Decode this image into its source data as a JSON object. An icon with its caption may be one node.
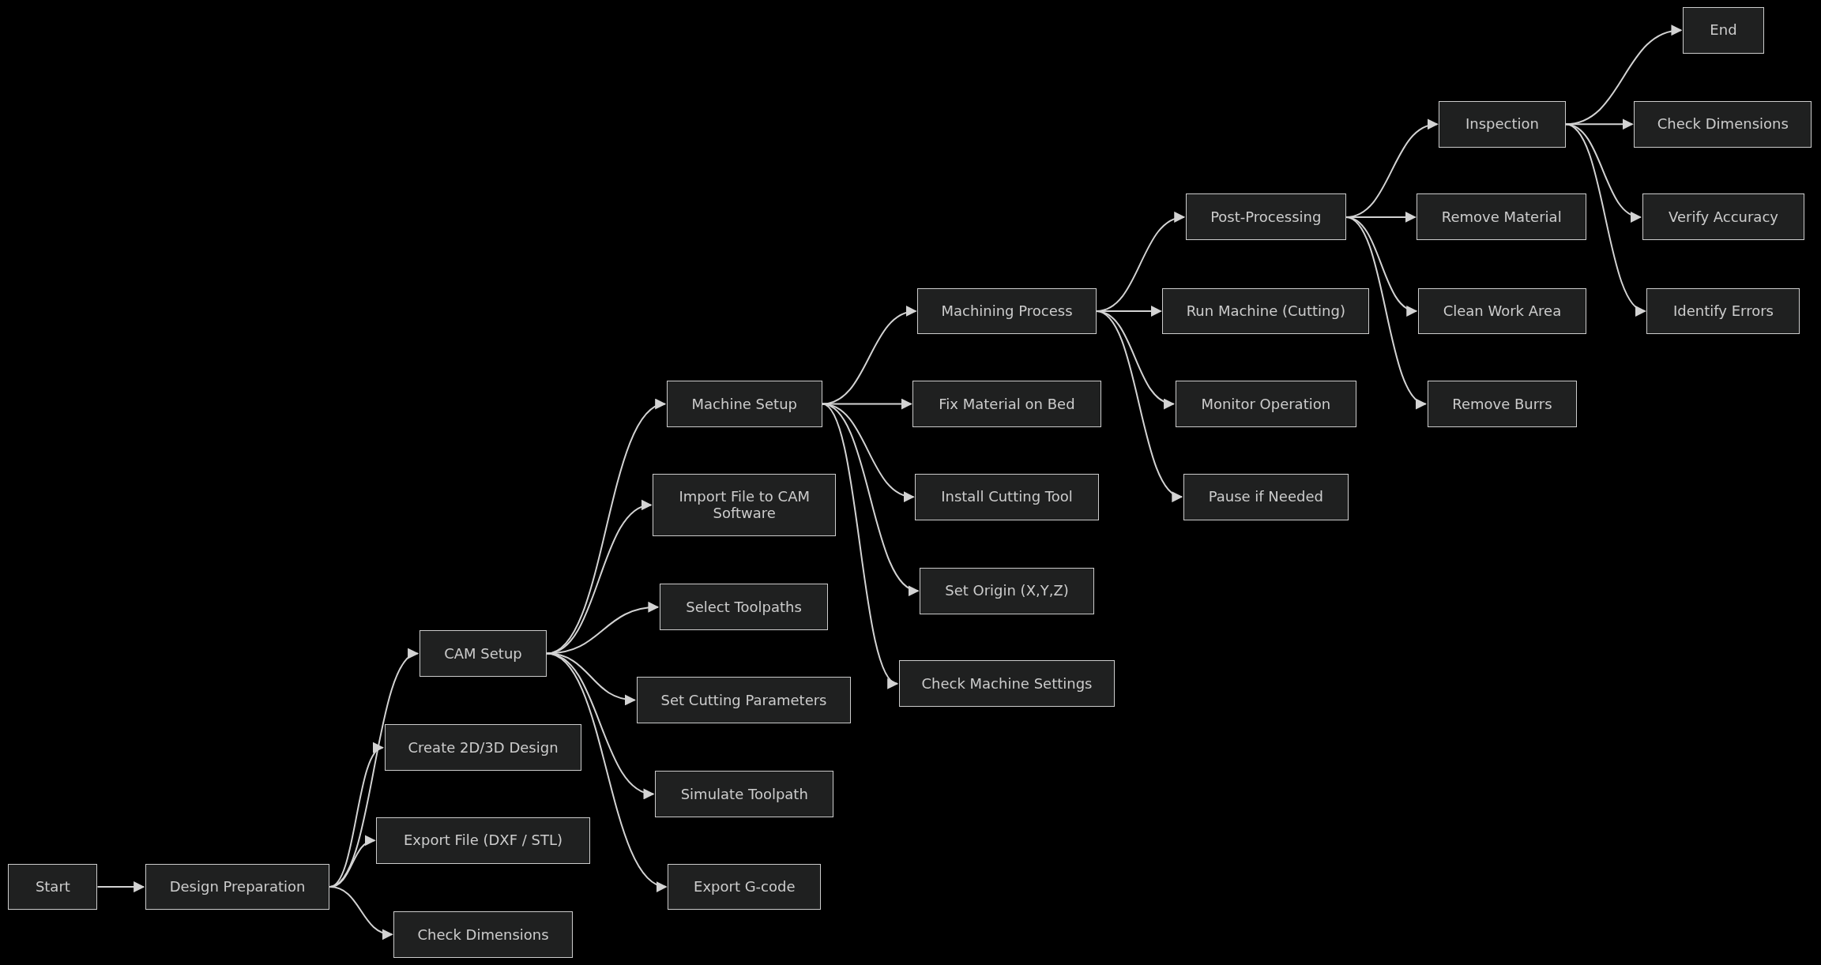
{
  "diagram": {
    "nodes": [
      {
        "text": [
          "Start"
        ]
      },
      {
        "text": [
          "Design Preparation"
        ]
      },
      {
        "text": [
          "CAM Setup"
        ]
      },
      {
        "text": [
          "Create 2D/3D Design"
        ]
      },
      {
        "text": [
          "Export File (DXF / STL)"
        ]
      },
      {
        "text": [
          "Check Dimensions"
        ]
      },
      {
        "text": [
          "Machine Setup"
        ]
      },
      {
        "text": [
          "Import File to CAM Software"
        ]
      },
      {
        "text": [
          "Select Toolpaths"
        ]
      },
      {
        "text": [
          "Set Cutting Parameters"
        ]
      },
      {
        "text": [
          "Simulate Toolpath"
        ]
      },
      {
        "text": [
          "Export G-code"
        ]
      },
      {
        "text": [
          "Machining Process"
        ]
      },
      {
        "text": [
          "Fix Material on Bed"
        ]
      },
      {
        "text": [
          "Install Cutting Tool"
        ]
      },
      {
        "text": [
          "Set Origin (X,Y,Z)"
        ]
      },
      {
        "text": [
          "Check Machine Settings"
        ]
      },
      {
        "text": [
          "Post-Processing"
        ]
      },
      {
        "text": [
          "Run Machine (Cutting)"
        ]
      },
      {
        "text": [
          "Monitor Operation"
        ]
      },
      {
        "text": [
          "Pause if Needed"
        ]
      },
      {
        "text": [
          "Inspection"
        ]
      },
      {
        "text": [
          "Remove Material"
        ]
      },
      {
        "text": [
          "Clean Work Area"
        ]
      },
      {
        "text": [
          "Remove Burrs"
        ]
      },
      {
        "text": [
          "End"
        ]
      },
      {
        "text": [
          "Check Dimensions"
        ]
      },
      {
        "text": [
          "Verify Accuracy"
        ]
      },
      {
        "text": [
          "Identify Errors"
        ]
      }
    ],
    "edges": [
      {
        "from": 0,
        "to": 1,
        "arrow": "to"
      },
      {
        "from": 1,
        "to": 2,
        "arrow": "to"
      },
      {
        "from": 1,
        "to": 3,
        "arrow": "to"
      },
      {
        "from": 1,
        "to": 4,
        "arrow": "to"
      },
      {
        "from": 1,
        "to": 5,
        "arrow": "to"
      },
      {
        "from": 2,
        "to": 6,
        "arrow": "to"
      },
      {
        "from": 2,
        "to": 7,
        "arrow": "to"
      },
      {
        "from": 2,
        "to": 8,
        "arrow": "to"
      },
      {
        "from": 2,
        "to": 9,
        "arrow": "to"
      },
      {
        "from": 2,
        "to": 10,
        "arrow": "to"
      },
      {
        "from": 2,
        "to": 11,
        "arrow": "to"
      },
      {
        "from": 6,
        "to": 12,
        "arrow": "to"
      },
      {
        "from": 6,
        "to": 13,
        "arrow": "to"
      },
      {
        "from": 6,
        "to": 14,
        "arrow": "to"
      },
      {
        "from": 6,
        "to": 15,
        "arrow": "to"
      },
      {
        "from": 6,
        "to": 16,
        "arrow": "to"
      },
      {
        "from": 12,
        "to": 17,
        "arrow": "to"
      },
      {
        "from": 12,
        "to": 18,
        "arrow": "to"
      },
      {
        "from": 12,
        "to": 19,
        "arrow": "to"
      },
      {
        "from": 12,
        "to": 20,
        "arrow": "to"
      },
      {
        "from": 17,
        "to": 21,
        "arrow": "to"
      },
      {
        "from": 17,
        "to": 22,
        "arrow": "to"
      },
      {
        "from": 17,
        "to": 23,
        "arrow": "to"
      },
      {
        "from": 17,
        "to": 24,
        "arrow": "to"
      },
      {
        "from": 21,
        "to": 25,
        "arrow": "to"
      },
      {
        "from": 21,
        "to": 26,
        "arrow": "to"
      },
      {
        "from": 21,
        "to": 27,
        "arrow": "to"
      },
      {
        "from": 21,
        "to": 28,
        "arrow": "to"
      }
    ]
  }
}
